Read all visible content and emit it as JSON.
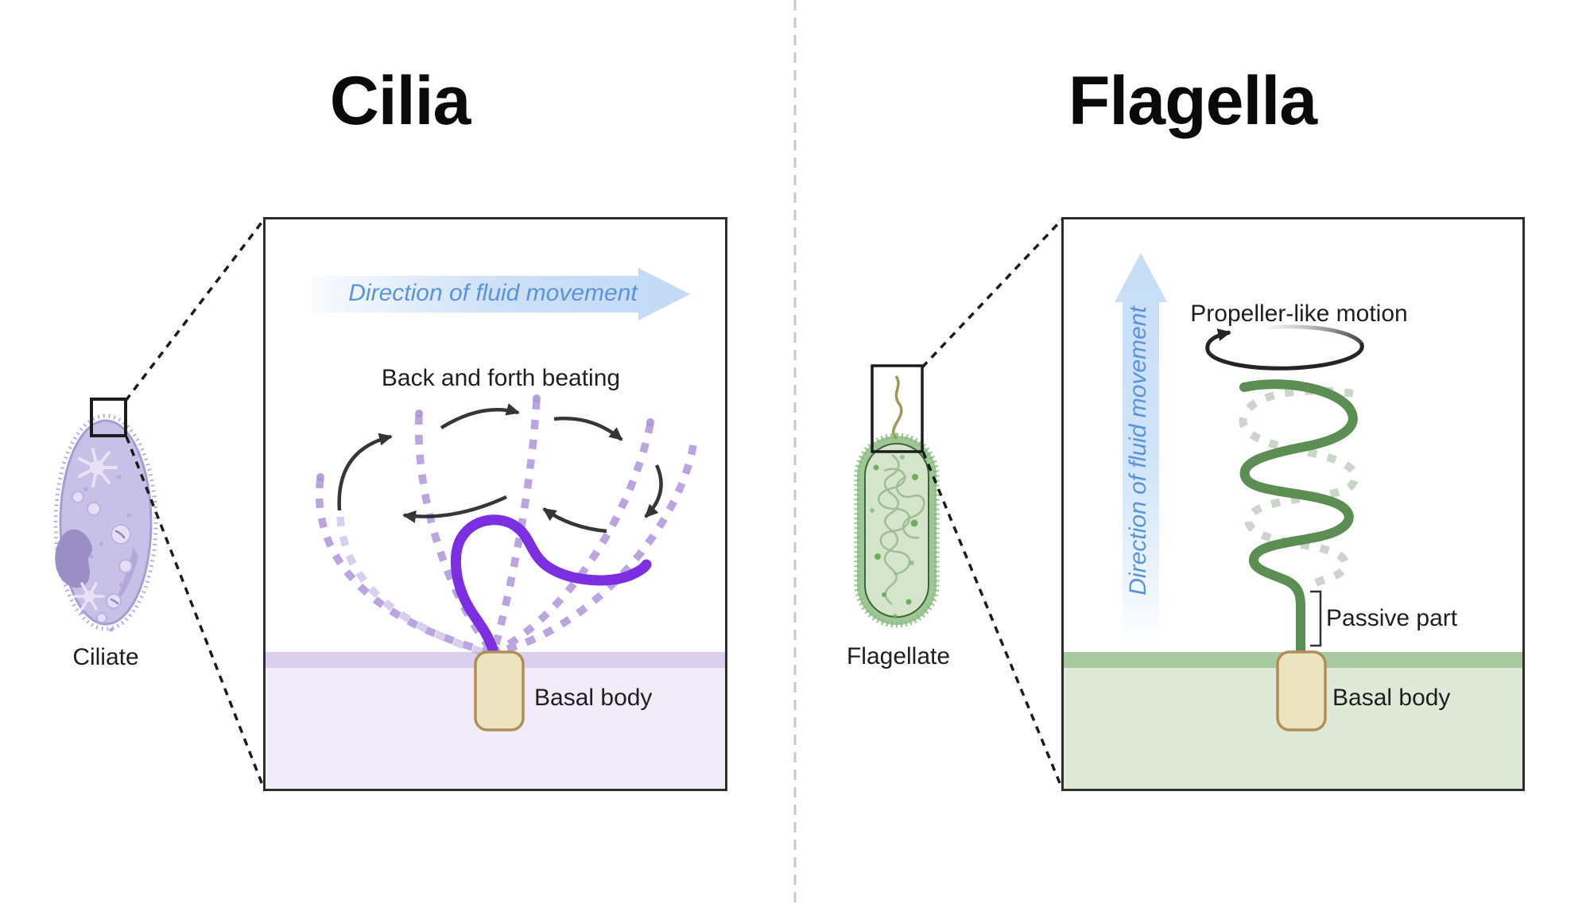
{
  "left": {
    "title": "Cilia",
    "organism_label": "Ciliate",
    "fluid_arrow_label": "Direction of fluid movement",
    "beating_label": "Back and forth beating",
    "basal_body_label": "Basal body"
  },
  "right": {
    "title": "Flagella",
    "organism_label": "Flagellate",
    "fluid_arrow_label": "Direction of fluid movement",
    "motion_label": "Propeller-like motion",
    "passive_part_label": "Passive part",
    "basal_body_label": "Basal body"
  },
  "colors": {
    "fluid_text_blue": "#5b94d6",
    "fluid_arrow_blue": "#c8ddf6",
    "cilium_purple": "#7b2fe0",
    "cilia_ghost_purple": "#a98fd6",
    "membrane_purple_dark": "#dbd1ee",
    "membrane_purple_light": "#f1ebf8",
    "flagellum_green": "#5c8e54",
    "flagellum_ghost_gray": "#cbd5c9",
    "membrane_green_dark": "#a9c9a1",
    "membrane_green_light": "#dfe9d8",
    "basal_body_fill": "#ece3c0",
    "basal_body_border": "#b08e58",
    "arrow_black": "#242424"
  }
}
